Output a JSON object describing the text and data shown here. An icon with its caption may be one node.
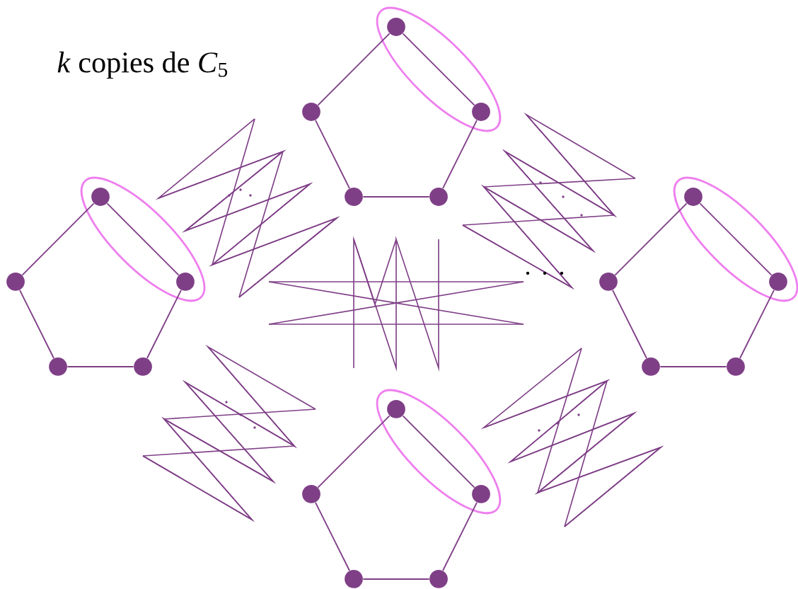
{
  "diagram": {
    "nodes": [
      {
        "text": [],
        "shape": "circle"
      },
      {
        "text": [],
        "shape": "circle"
      },
      {
        "text": [],
        "shape": "circle"
      },
      {
        "text": [],
        "shape": "circle"
      },
      {
        "text": [],
        "shape": "circle"
      },
      {
        "text": [],
        "shape": "circle"
      },
      {
        "text": [],
        "shape": "circle"
      },
      {
        "text": [],
        "shape": "circle"
      },
      {
        "text": [],
        "shape": "circle"
      },
      {
        "text": [],
        "shape": "circle"
      },
      {
        "text": [],
        "shape": "circle"
      },
      {
        "text": [],
        "shape": "circle"
      },
      {
        "text": [],
        "shape": "circle"
      },
      {
        "text": [],
        "shape": "circle"
      },
      {
        "text": [],
        "shape": "circle"
      },
      {
        "text": [],
        "shape": "circle"
      },
      {
        "text": [],
        "shape": "circle"
      },
      {
        "text": [],
        "shape": "circle"
      },
      {
        "text": [],
        "shape": "circle"
      },
      {
        "text": [],
        "shape": "circle"
      }
    ],
    "edges": [
      {
        "from": 0,
        "to": 1,
        "arrow": "none"
      },
      {
        "from": 0,
        "to": 2,
        "arrow": "none"
      },
      {
        "from": 1,
        "to": 3,
        "arrow": "none"
      },
      {
        "from": 2,
        "to": 4,
        "arrow": "none"
      },
      {
        "from": 3,
        "to": 4,
        "arrow": "none"
      },
      {
        "from": 5,
        "to": 6,
        "arrow": "none"
      },
      {
        "from": 5,
        "to": 7,
        "arrow": "none"
      },
      {
        "from": 6,
        "to": 8,
        "arrow": "none"
      },
      {
        "from": 7,
        "to": 9,
        "arrow": "none"
      },
      {
        "from": 8,
        "to": 9,
        "arrow": "none"
      },
      {
        "from": 10,
        "to": 11,
        "arrow": "none"
      },
      {
        "from": 10,
        "to": 12,
        "arrow": "none"
      },
      {
        "from": 11,
        "to": 13,
        "arrow": "none"
      },
      {
        "from": 12,
        "to": 14,
        "arrow": "none"
      },
      {
        "from": 13,
        "to": 14,
        "arrow": "none"
      },
      {
        "from": 15,
        "to": 16,
        "arrow": "none"
      },
      {
        "from": 15,
        "to": 17,
        "arrow": "none"
      },
      {
        "from": 16,
        "to": 18,
        "arrow": "none"
      },
      {
        "from": 17,
        "to": 19,
        "arrow": "none"
      },
      {
        "from": 18,
        "to": 19,
        "arrow": "none"
      }
    ],
    "labels": [
      "*k* copies de *C*$_{5}$"
    ]
  }
}
